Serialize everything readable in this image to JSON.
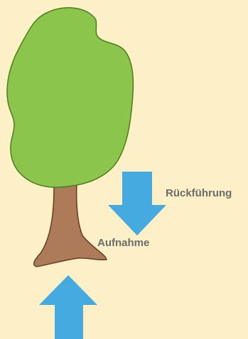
{
  "diagram": {
    "labels": {
      "return": "Rückführung",
      "uptake": "Aufnahme"
    },
    "colors": {
      "background": "#fdf0c6",
      "crown_fill": "#8cc54c",
      "crown_stroke": "#4a7d1e",
      "trunk_fill": "#ad7a5a",
      "trunk_stroke": "#6a3b22",
      "arrow": "#45aadf",
      "label_text": "#6b6b6b"
    },
    "arrows": [
      {
        "name": "return-arrow",
        "direction": "down"
      },
      {
        "name": "uptake-arrow",
        "direction": "up"
      }
    ]
  }
}
